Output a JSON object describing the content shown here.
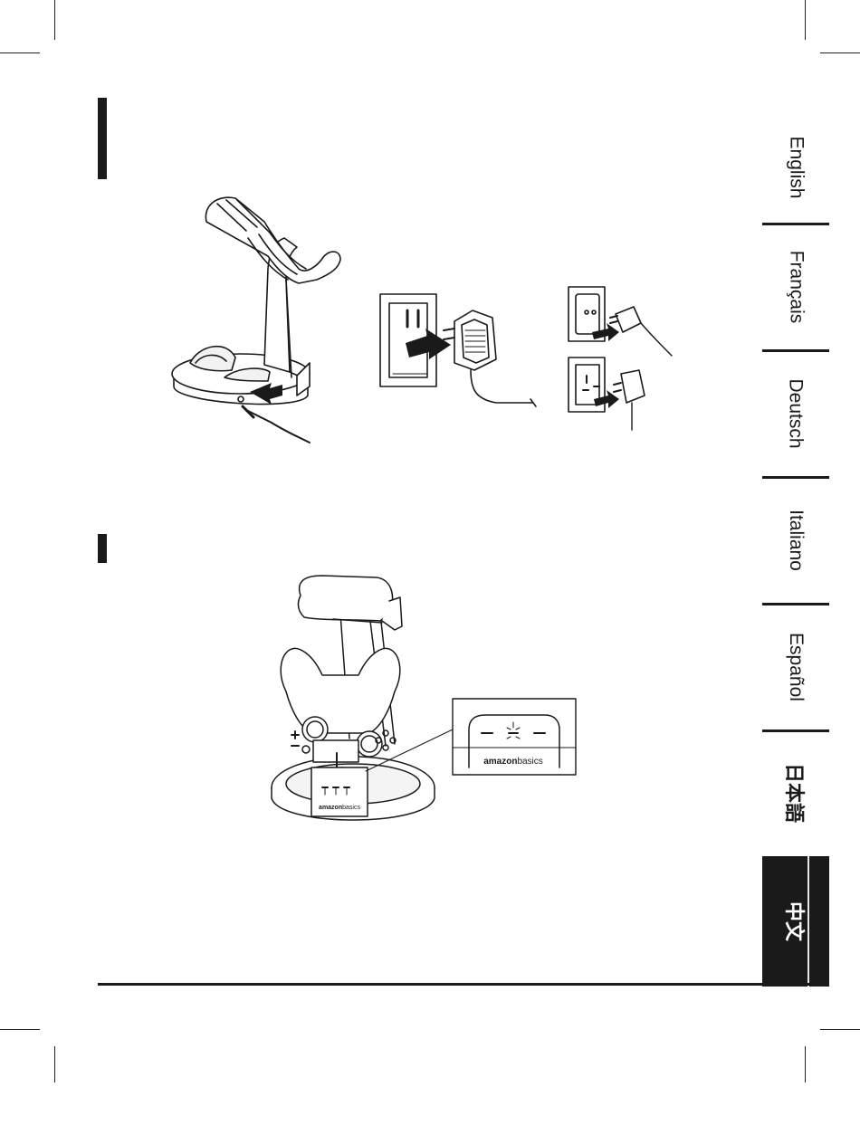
{
  "language_tabs": [
    {
      "label": "English",
      "active": false
    },
    {
      "label": "Français",
      "active": false
    },
    {
      "label": "Deutsch",
      "active": false
    },
    {
      "label": "Italiano",
      "active": false
    },
    {
      "label": "Español",
      "active": false
    },
    {
      "label": "日本語",
      "active": false
    },
    {
      "label": "中文",
      "active": true
    }
  ],
  "figure_2": {
    "brand_base": "amazon",
    "brand_suffix": "basics",
    "callout_brand_base": "amazon",
    "callout_brand_suffix": "basics"
  },
  "colors": {
    "ink": "#1a1a1a",
    "active_tab_bg": "#1a1a1a",
    "active_tab_text": "#ffffff",
    "paper": "#ffffff"
  }
}
